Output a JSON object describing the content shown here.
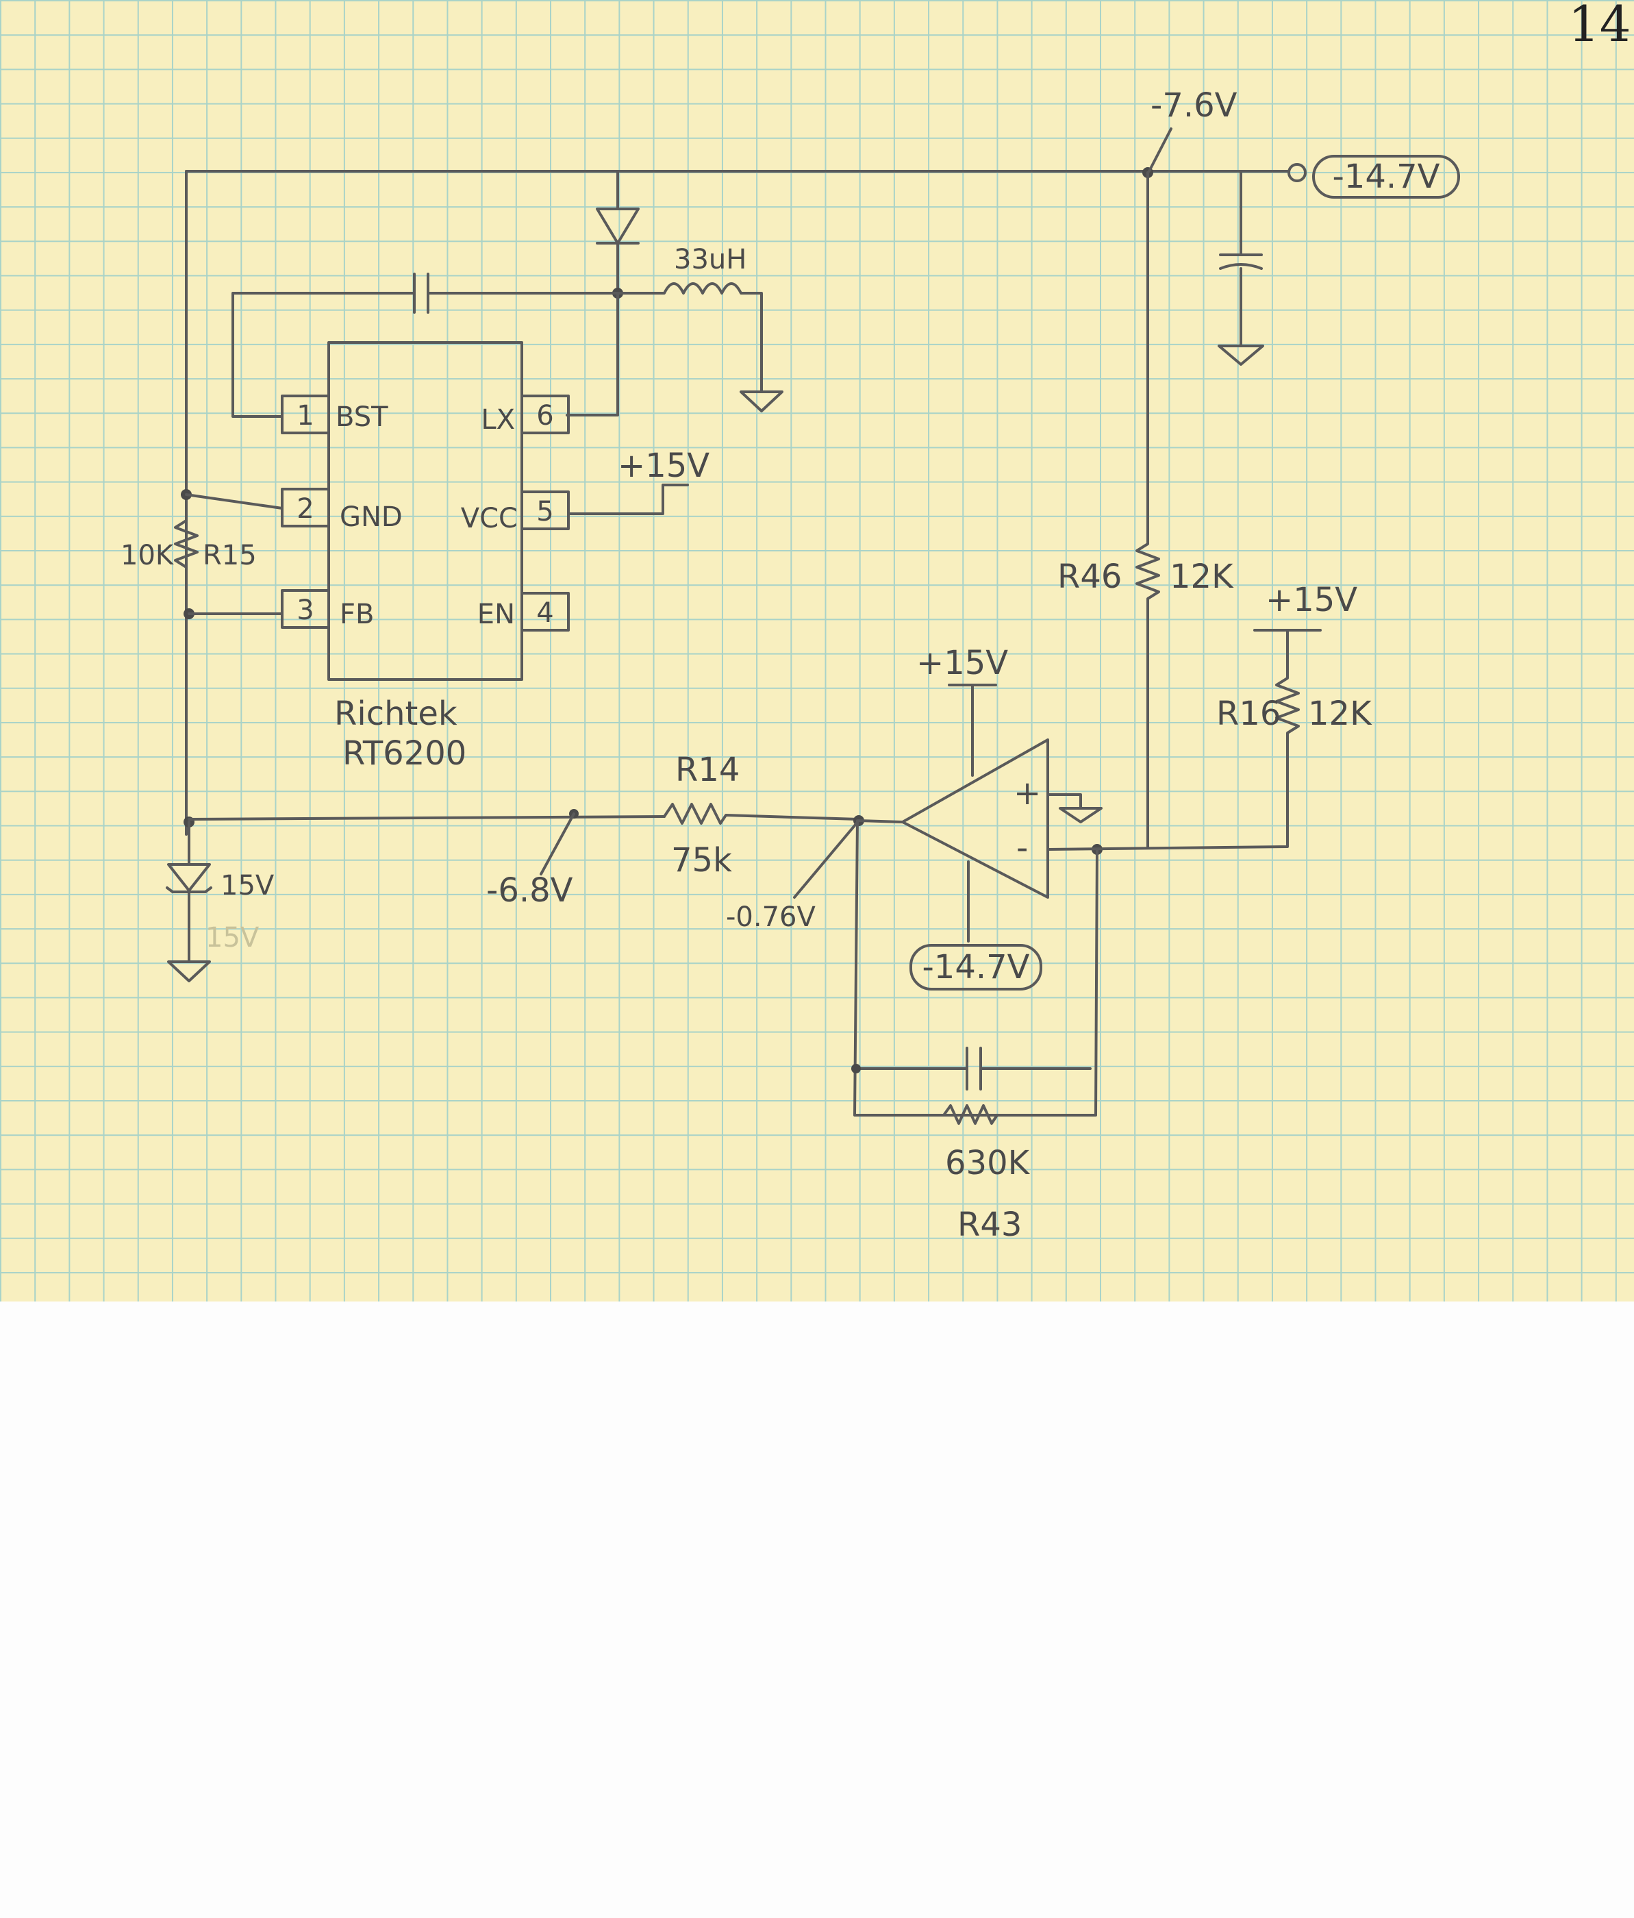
{
  "page_number": "14",
  "ic": {
    "vendor": "Richtek",
    "part": "RT6200",
    "pins": [
      {
        "num": "1",
        "name": "BST"
      },
      {
        "num": "2",
        "name": "GND"
      },
      {
        "num": "3",
        "name": "FB"
      },
      {
        "num": "6",
        "name": "LX"
      },
      {
        "num": "5",
        "name": "VCC"
      },
      {
        "num": "4",
        "name": "EN"
      }
    ]
  },
  "labels": {
    "inductor": "33uH",
    "vcc_rail": "+15V",
    "r15_value": "10K",
    "r15_name": "R15",
    "zener": "15V",
    "zener_faint": "15V",
    "node_neg68": "-6.8V",
    "r14_name": "R14",
    "r14_value": "75k",
    "node_neg076": "-0.76V",
    "opamp_vpos": "+15V",
    "opamp_plus": "+",
    "opamp_minus": "-",
    "opamp_vneg": "-14.7V",
    "r43_value": "630K",
    "r43_name": "R43",
    "node_neg76": "-7.6V",
    "output": "-14.7V",
    "r46_name": "R46",
    "r46_value": "12K",
    "r16_rail": "+15V",
    "r16_name": "R16",
    "r16_value": "12K"
  }
}
